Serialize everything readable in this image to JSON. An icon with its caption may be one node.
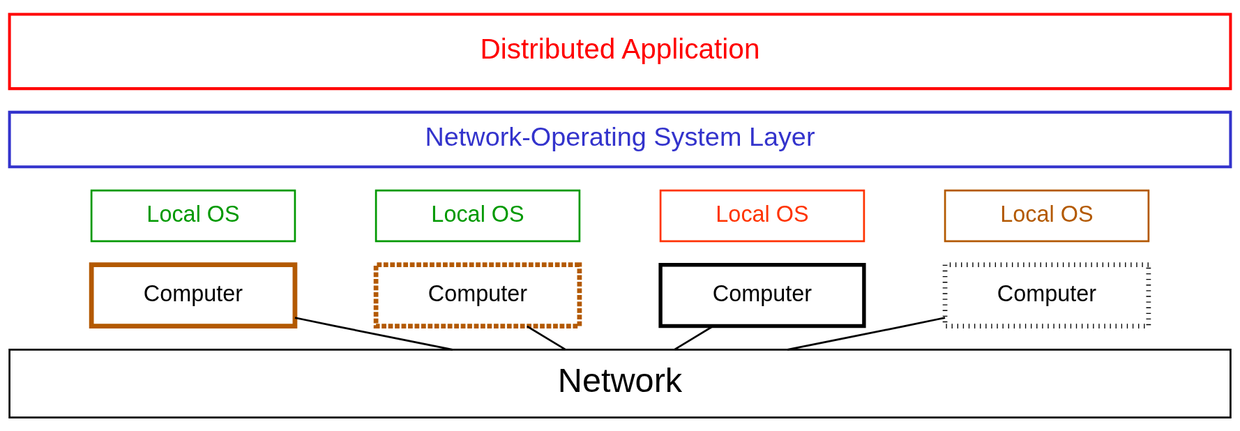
{
  "diagram": {
    "nodes": [
      {
        "text": [
          "Distributed Application"
        ]
      },
      {
        "text": [
          "Network-Operating System Layer"
        ]
      },
      {
        "text": [
          "Local OS"
        ]
      },
      {
        "text": [
          "Local OS"
        ]
      },
      {
        "text": [
          "Local OS"
        ]
      },
      {
        "text": [
          "Local OS"
        ]
      },
      {
        "text": [
          "Computer"
        ]
      },
      {
        "text": [
          "Computer"
        ]
      },
      {
        "text": [
          "Computer"
        ]
      },
      {
        "text": [
          "Computer"
        ]
      },
      {
        "text": [
          "Network"
        ]
      }
    ],
    "edges": [
      {
        "from": 6,
        "to": 10,
        "arrow": "none"
      },
      {
        "from": 7,
        "to": 10,
        "arrow": "none"
      },
      {
        "from": 8,
        "to": 10,
        "arrow": "none"
      },
      {
        "from": 9,
        "to": 10,
        "arrow": "none"
      }
    ]
  }
}
